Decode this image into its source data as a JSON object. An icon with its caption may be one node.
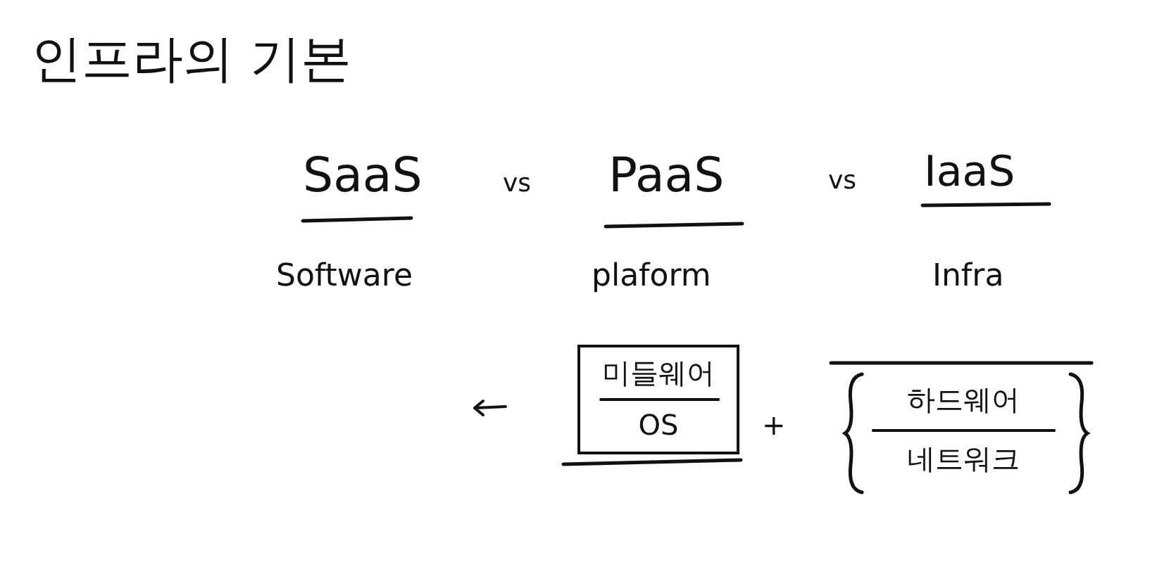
{
  "diagram": {
    "title": "인프라의 기본",
    "nodes": [
      {
        "text": [
          "미들웨어",
          "OS"
        ]
      },
      {
        "text": [
          "하드웨어",
          "네트워크"
        ]
      }
    ],
    "edges": [],
    "labels": [
      "SaaS",
      "vs",
      "PaaS",
      "vs",
      "IaaS",
      "Software",
      "plaform",
      "Infra",
      "+"
    ]
  }
}
